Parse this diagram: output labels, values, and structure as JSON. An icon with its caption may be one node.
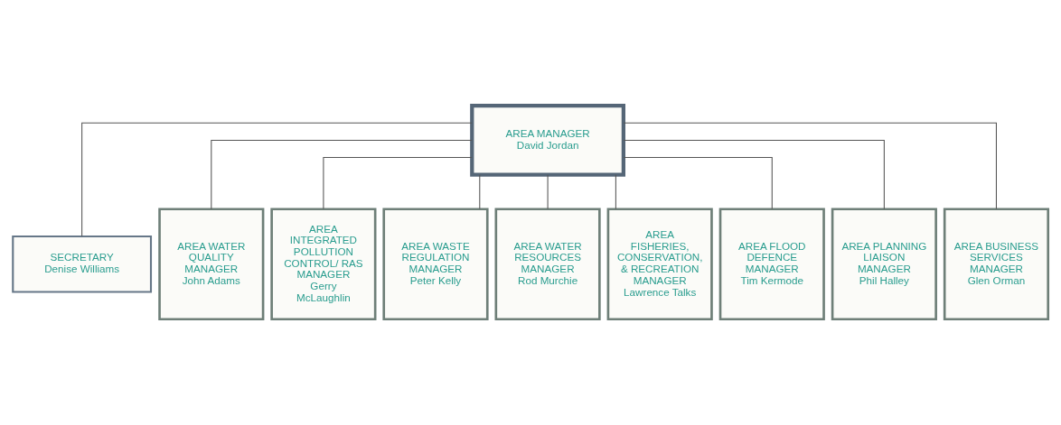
{
  "diagram": {
    "nodes": [
      {
        "text": [
          "AREA MANAGER",
          "David Jordan"
        ]
      },
      {
        "text": [
          "SECRETARY",
          "Denise Williams"
        ]
      },
      {
        "text": [
          "AREA WATER QUALITY MANAGER",
          "John Adams"
        ]
      },
      {
        "text": [
          "AREA INTEGRATED POLLUTION CONTROL/ RAS MANAGER",
          "Gerry McLaughlin"
        ]
      },
      {
        "text": [
          "AREA WASTE REGULATION MANAGER",
          "Peter Kelly"
        ]
      },
      {
        "text": [
          "AREA WATER RESOURCES MANAGER",
          "Rod Murchie"
        ]
      },
      {
        "text": [
          "AREA FISHERIES, CONSERVATION, & RECREATION MANAGER",
          "Lawrence Talks"
        ]
      },
      {
        "text": [
          "AREA FLOOD DEFENCE MANAGER",
          "Tim Kermode"
        ]
      },
      {
        "text": [
          "AREA PLANNING LIAISON MANAGER",
          "Phil Halley"
        ]
      },
      {
        "text": [
          "AREA BUSINESS SERVICES MANAGER",
          "Glen Orman"
        ]
      }
    ],
    "edges": [
      {
        "from": 0,
        "to": 1,
        "arrow": "none"
      },
      {
        "from": 0,
        "to": 2,
        "arrow": "none"
      },
      {
        "from": 0,
        "to": 3,
        "arrow": "none"
      },
      {
        "from": 0,
        "to": 4,
        "arrow": "none"
      },
      {
        "from": 0,
        "to": 5,
        "arrow": "none"
      },
      {
        "from": 0,
        "to": 6,
        "arrow": "none"
      },
      {
        "from": 0,
        "to": 7,
        "arrow": "none"
      },
      {
        "from": 0,
        "to": 8,
        "arrow": "none"
      },
      {
        "from": 0,
        "to": 9,
        "arrow": "none"
      }
    ]
  }
}
